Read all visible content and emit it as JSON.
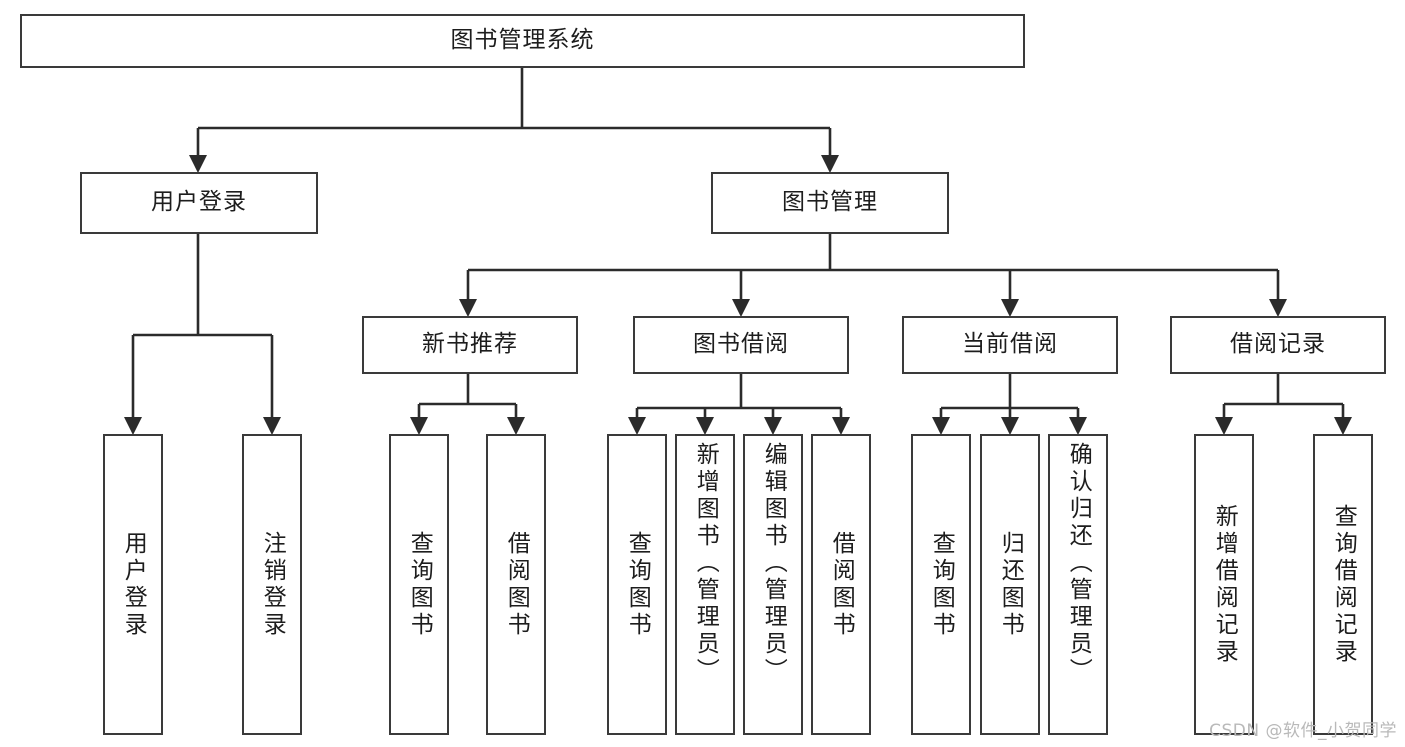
{
  "diagram": {
    "title": "图书管理系统",
    "type": "tree",
    "watermark": "CSDN @软件_小贺同学",
    "colors": {
      "box_border": "#3a3a3a",
      "box_fill": "#ffffff",
      "edge": "#2b2b2b",
      "text": "#1d1d1d",
      "watermark": "#b9b9b9",
      "background": "#ffffff"
    },
    "nodes": {
      "root": {
        "label": "图书管理系统"
      },
      "level1": [
        {
          "id": "user-login",
          "label": "用户登录"
        },
        {
          "id": "book-management",
          "label": "图书管理"
        }
      ],
      "level2": [
        {
          "id": "new-book-recommend",
          "label": "新书推荐",
          "parent": "book-management"
        },
        {
          "id": "book-borrow",
          "label": "图书借阅",
          "parent": "book-management"
        },
        {
          "id": "current-borrow",
          "label": "当前借阅",
          "parent": "book-management"
        },
        {
          "id": "borrow-record",
          "label": "借阅记录",
          "parent": "book-management"
        }
      ],
      "leaves": {
        "user-login": [
          {
            "id": "leaf-user-login",
            "label": "用户登录"
          },
          {
            "id": "leaf-logout",
            "label": "注销登录"
          }
        ],
        "new-book-recommend": [
          {
            "id": "leaf-query-book-1",
            "label": "查询图书"
          },
          {
            "id": "leaf-borrow-book-1",
            "label": "借阅图书"
          }
        ],
        "book-borrow": [
          {
            "id": "leaf-query-book-2",
            "label": "查询图书"
          },
          {
            "id": "leaf-add-book",
            "label": "新增图书（管理员）"
          },
          {
            "id": "leaf-edit-book",
            "label": "编辑图书（管理员）"
          },
          {
            "id": "leaf-borrow-book-2",
            "label": "借阅图书"
          }
        ],
        "current-borrow": [
          {
            "id": "leaf-query-book-3",
            "label": "查询图书"
          },
          {
            "id": "leaf-return-book",
            "label": "归还图书"
          },
          {
            "id": "leaf-confirm-return",
            "label": "确认归还（管理员）"
          }
        ],
        "borrow-record": [
          {
            "id": "leaf-add-record",
            "label": "新增借阅记录"
          },
          {
            "id": "leaf-query-record",
            "label": "查询借阅记录"
          }
        ]
      }
    }
  }
}
